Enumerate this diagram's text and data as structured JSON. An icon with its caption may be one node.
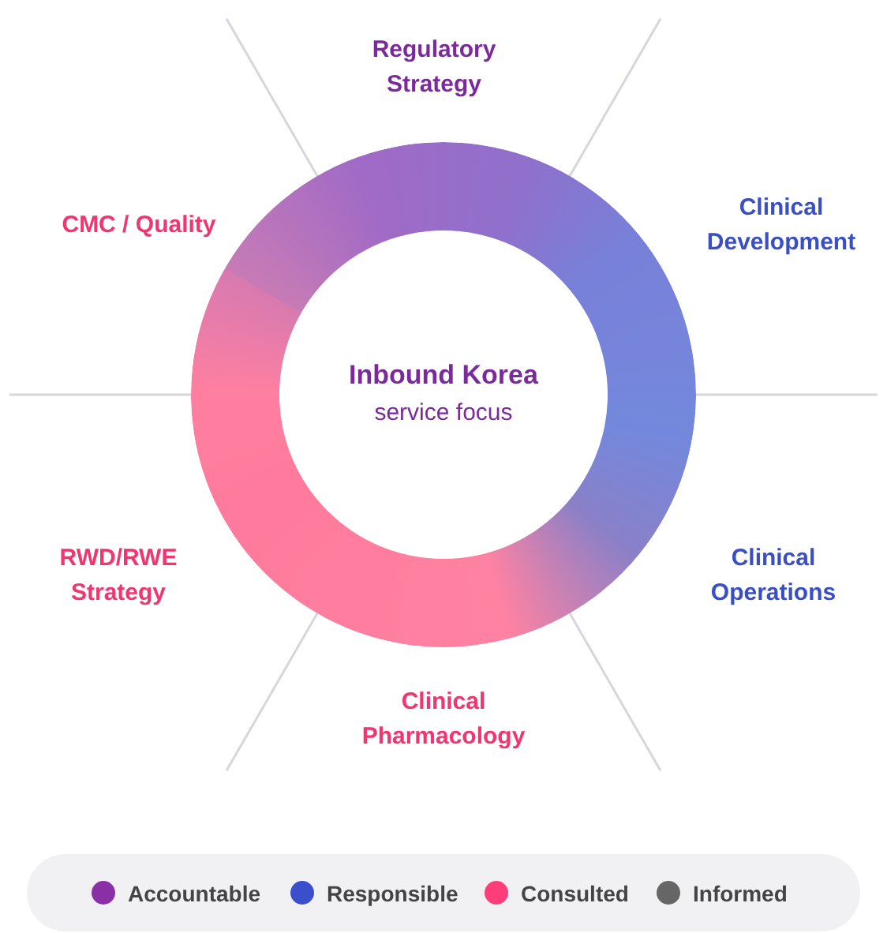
{
  "diagram": {
    "nodes": [
      {
        "text": [
          "Inbound Korea",
          "service focus"
        ]
      }
    ],
    "edges": [],
    "labels": [
      "Regulatory Strategy",
      "CMC / Quality",
      "Clinical Development",
      "RWD/RWE Strategy",
      "Clinical Operations",
      "Clinical Pharmacology"
    ],
    "legend": [
      {
        "text": "Accountable",
        "color": "#8a2fa6"
      },
      {
        "text": "Responsible",
        "color": "#3b4fcc"
      },
      {
        "text": "Consulted",
        "color": "#ff3d7a"
      },
      {
        "text": "Informed",
        "color": "#666666"
      }
    ]
  }
}
